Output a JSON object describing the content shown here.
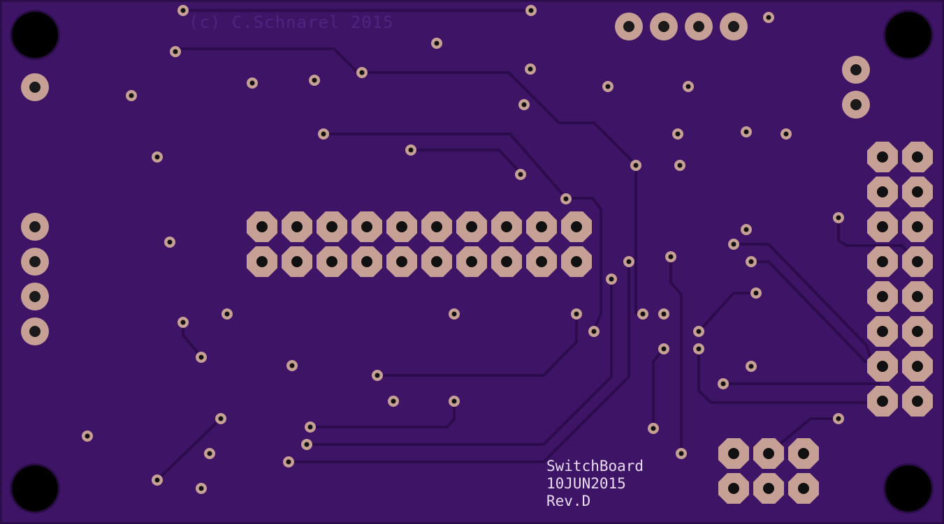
{
  "board": {
    "copyright": "(c) C.Schnarel 2015",
    "name": "SwitchBoard",
    "date": "10JUN2015",
    "revision": "Rev.D"
  },
  "colors": {
    "substrate": "#3e1467",
    "edge": "#2a0d47",
    "trace": "#2c0c4d",
    "pad_copper": "#c7a095",
    "drill": "#111111",
    "mounting_hole": "#000000",
    "silkscreen": "#e8dcf0",
    "copyright_embossed": "#4f2480"
  }
}
